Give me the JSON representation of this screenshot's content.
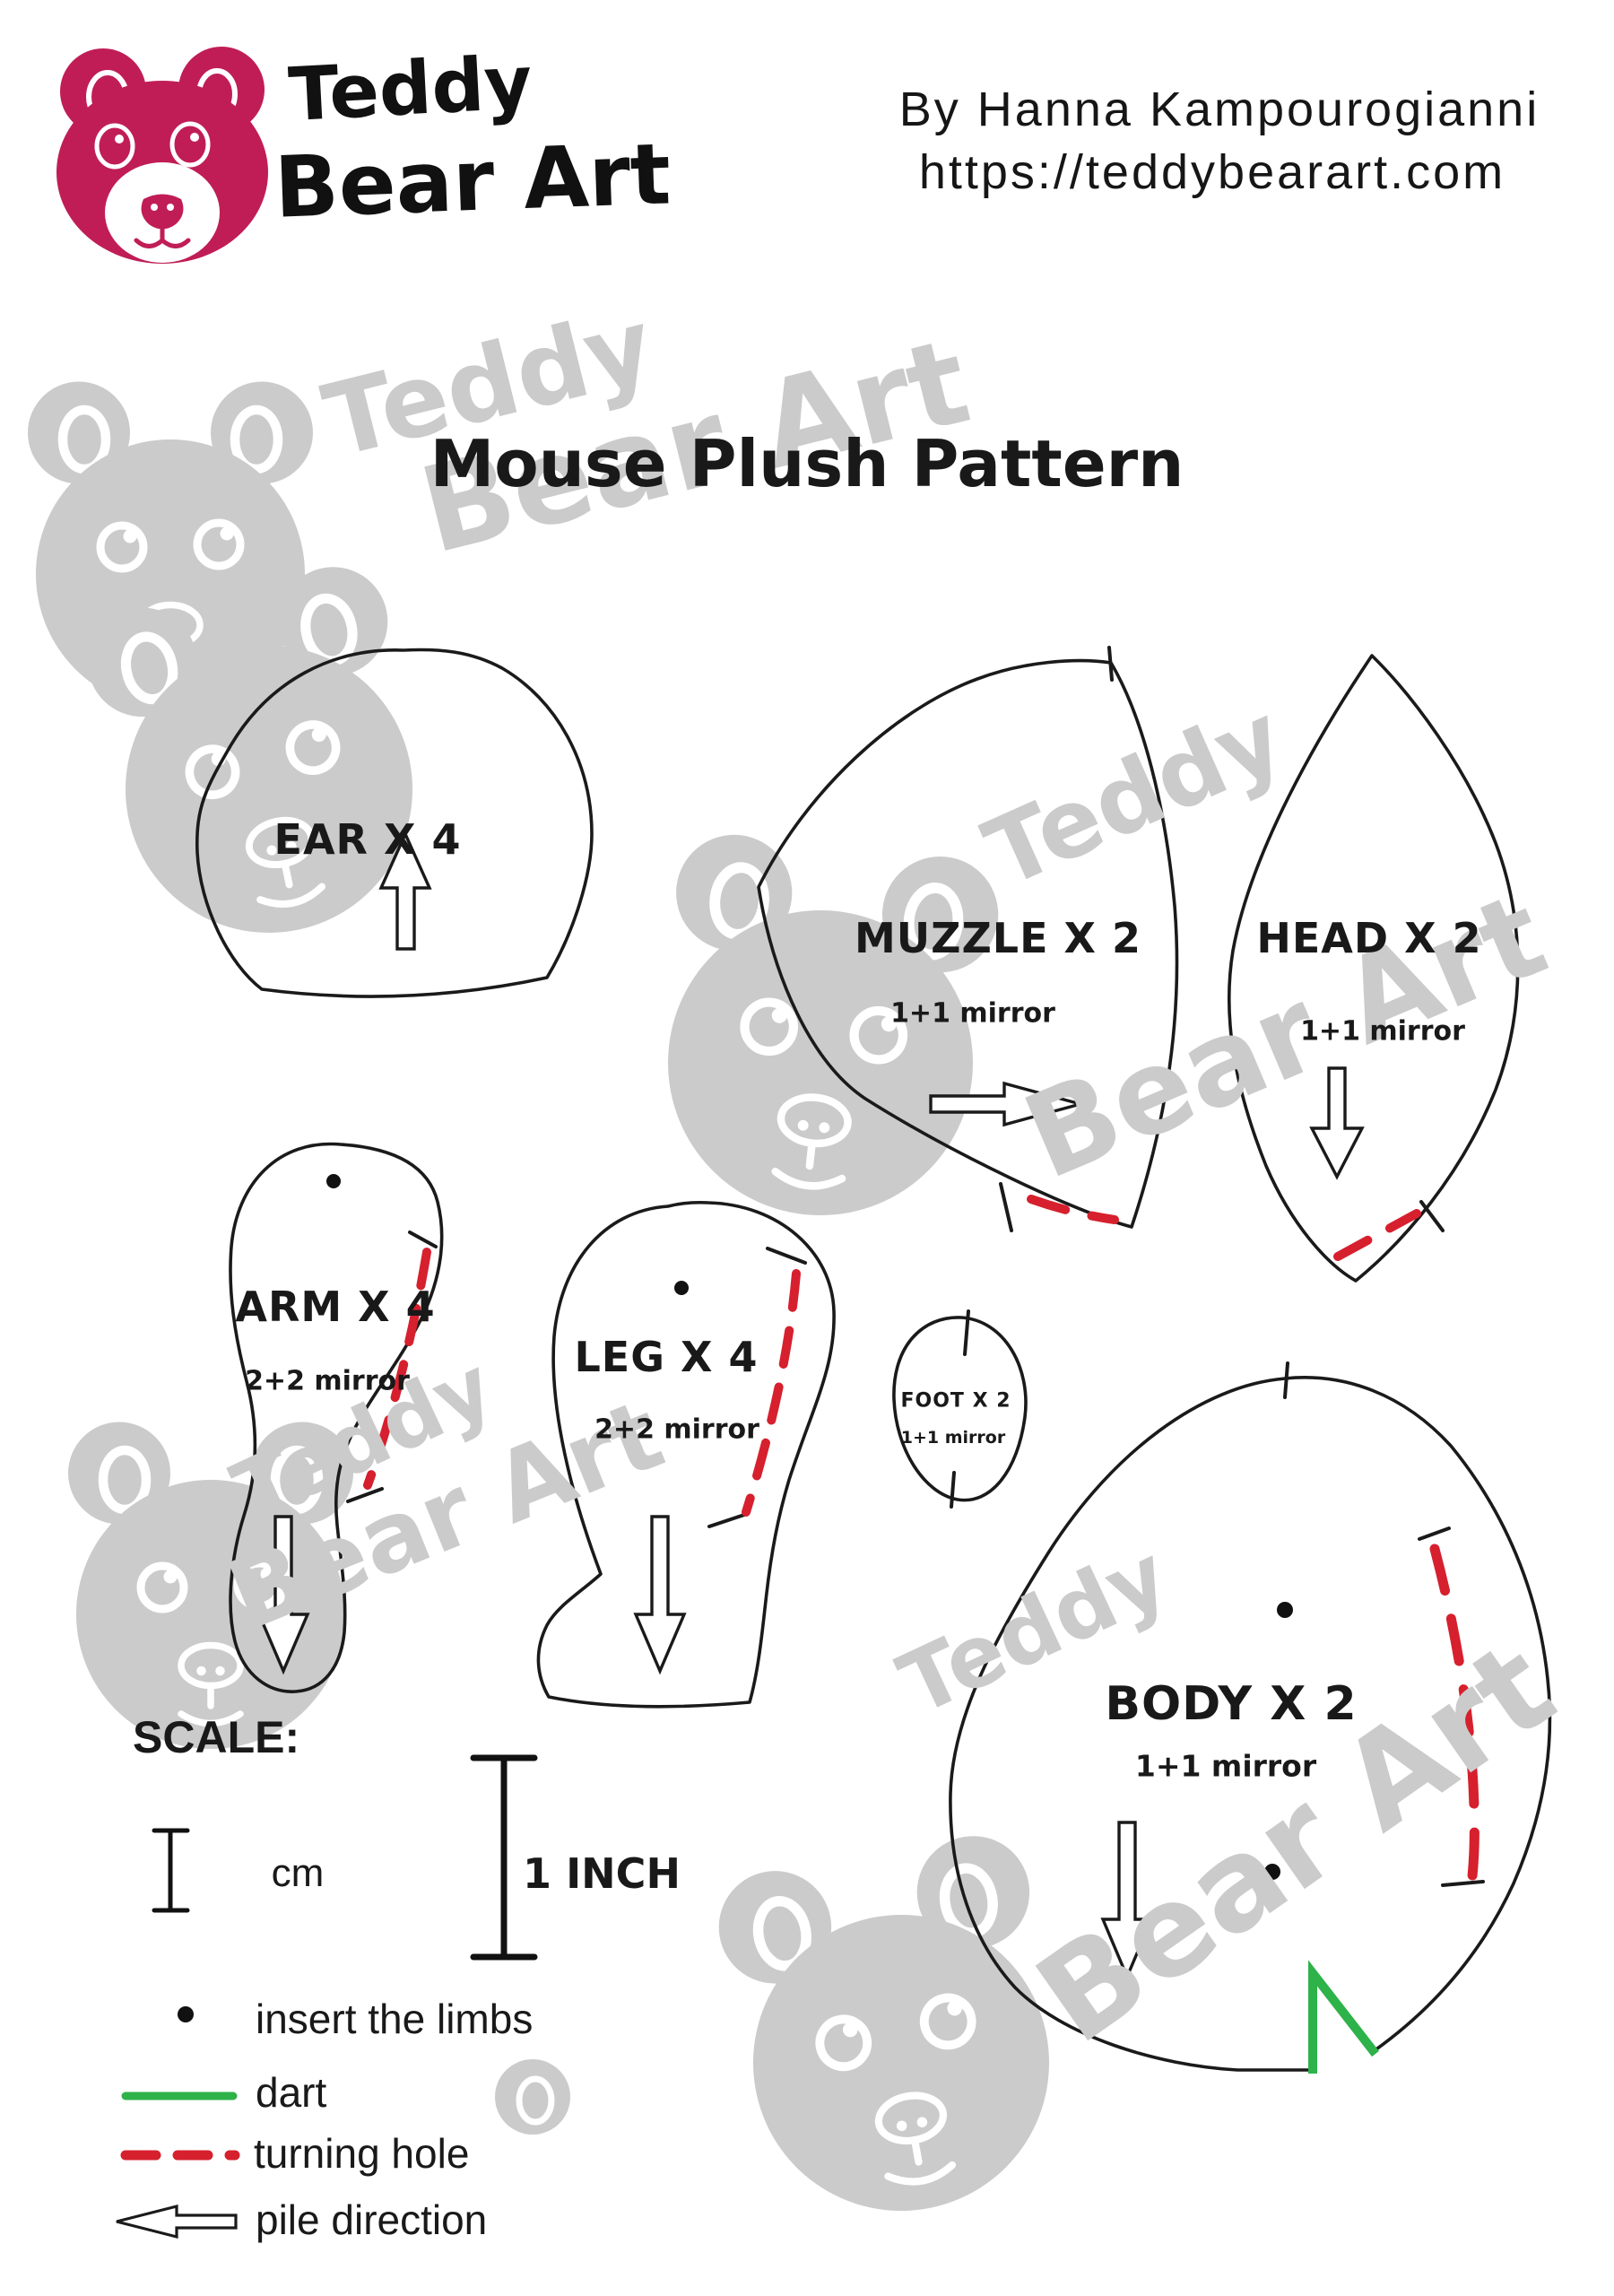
{
  "page": {
    "title": "Mouse Plush Pattern"
  },
  "header": {
    "logo": {
      "line1": "Teddy",
      "line2": "Bear Art"
    },
    "author": {
      "line1": "By Hanna Kampourogianni",
      "line2": "https://teddybearart.com"
    }
  },
  "pieces": {
    "ear": {
      "label": "EAR X 4"
    },
    "muzzle": {
      "label": "MUZZLE X 2",
      "note": "1+1 mirror"
    },
    "head": {
      "label": "HEAD X 2",
      "note": "1+1 mirror"
    },
    "arm": {
      "label": "ARM X 4",
      "note": "2+2 mirror"
    },
    "leg": {
      "label": "LEG X 4",
      "note": "2+2 mirror"
    },
    "foot": {
      "label": "FOOT X 2",
      "note": "1+1 mirror"
    },
    "body": {
      "label": "BODY X 2",
      "note": "1+1 mirror"
    }
  },
  "scale": {
    "heading": "SCALE:",
    "cm_label": "cm",
    "inch_label": "1 INCH"
  },
  "legend": {
    "insert_limbs": "insert the limbs",
    "dart": "dart",
    "turning_hole": "turning hole",
    "pile_direction": "pile direction"
  },
  "watermark": {
    "line1": "Teddy",
    "line2": "Bear Art"
  },
  "colors": {
    "brand_pink": "#c01d56",
    "dart_green": "#2eb24a",
    "turning_red": "#d6202e",
    "watermark_gray": "#cbcbcb",
    "ink": "#1a1a1a"
  }
}
